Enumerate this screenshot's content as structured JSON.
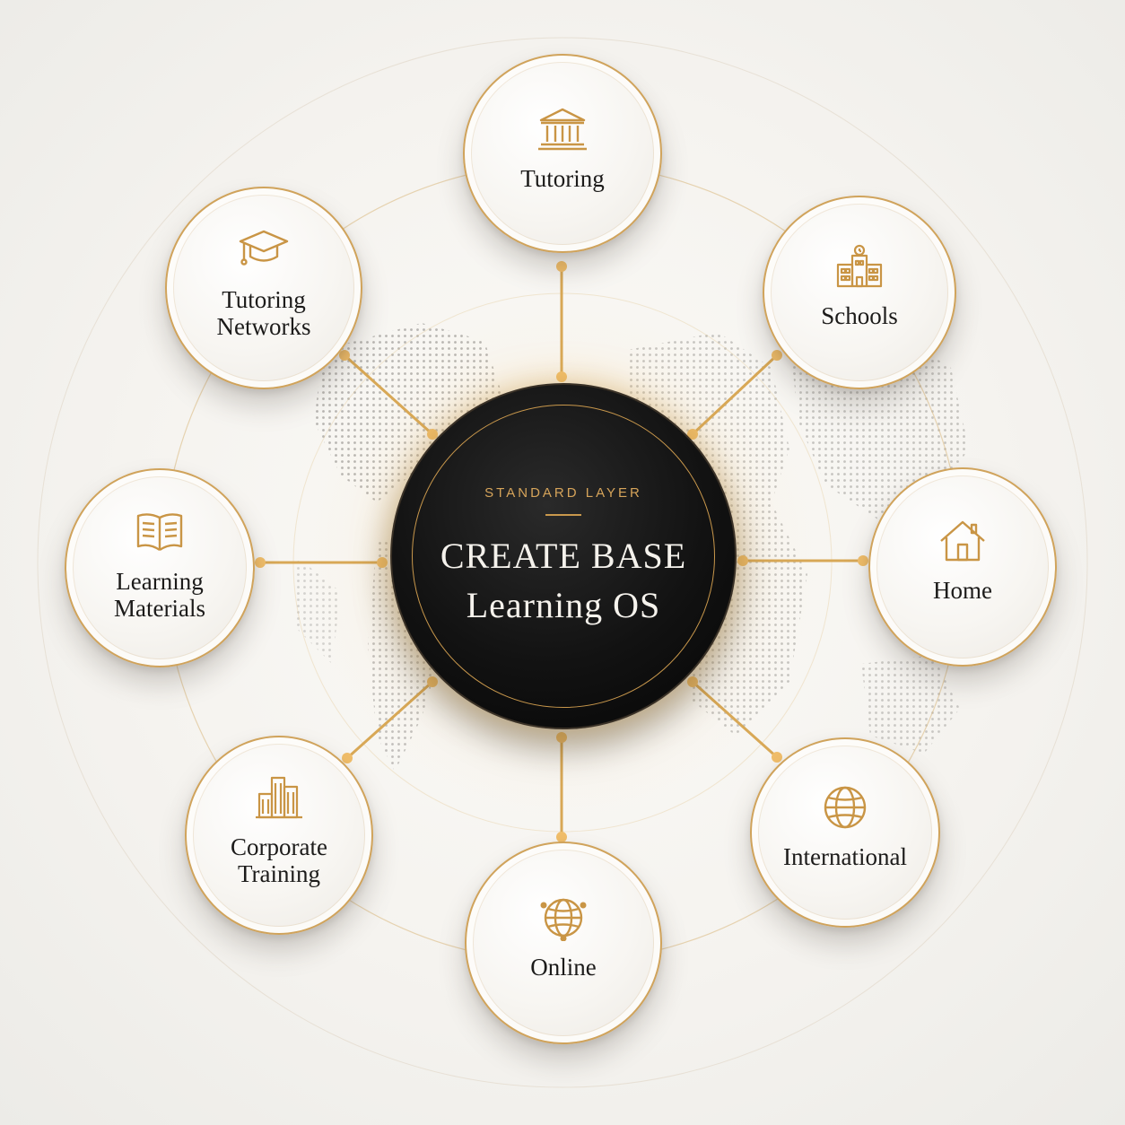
{
  "hub": {
    "subtitle": "STANDARD LAYER",
    "title_line1": "CREATE BASE",
    "title_line2": "Learning OS"
  },
  "nodes": [
    {
      "id": "tutoring",
      "label": "Tutoring",
      "icon": "institution-icon"
    },
    {
      "id": "schools",
      "label": "Schools",
      "icon": "school-building-icon"
    },
    {
      "id": "home",
      "label": "Home",
      "icon": "house-icon"
    },
    {
      "id": "international",
      "label": "International",
      "icon": "globe-icon"
    },
    {
      "id": "online",
      "label": "Online",
      "icon": "network-globe-icon"
    },
    {
      "id": "corporate-training",
      "label": "Corporate\nTraining",
      "icon": "office-buildings-icon"
    },
    {
      "id": "learning-materials",
      "label": "Learning\nMaterials",
      "icon": "open-book-icon"
    },
    {
      "id": "tutoring-networks",
      "label": "Tutoring\nNetworks",
      "icon": "graduation-cap-icon"
    }
  ],
  "colors": {
    "accent_gold": "#d0a35b",
    "hub_dark": "#111111",
    "node_fill": "#f7f5f1",
    "text_dark": "#1c1b1a"
  }
}
